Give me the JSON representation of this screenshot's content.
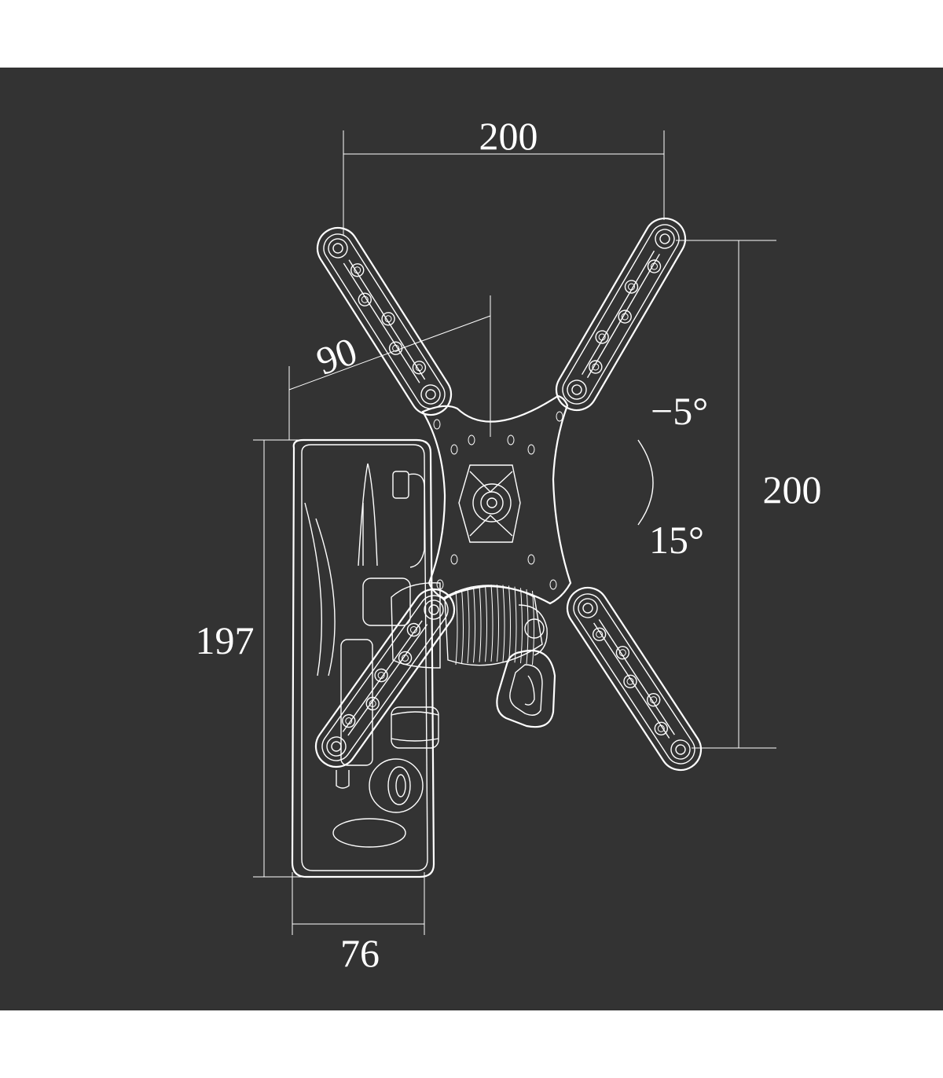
{
  "colors": {
    "background": "#333333",
    "line": "#ffffff",
    "page": "#ffffff"
  },
  "dimensions": {
    "top_width": "200",
    "right_height": "200",
    "depth_arm": "90",
    "plate_height": "197",
    "plate_width": "76",
    "tilt_up": "−5°",
    "tilt_down": "15°"
  }
}
